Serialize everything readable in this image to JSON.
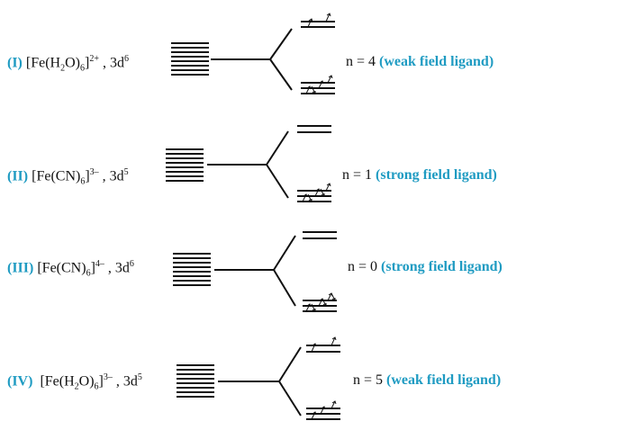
{
  "rows": [
    {
      "label": "(I)",
      "complex_pre": "[Fe(H",
      "sub1": "2",
      "mid1": "O)",
      "sub2": "6",
      "mid2": "]",
      "charge": "2+",
      "config_pre": ", 3d",
      "config_exp": "6",
      "n_text": "n = 4",
      "field": "(weak field ligand)",
      "eg_electrons": 2,
      "t2g_electrons": 4
    },
    {
      "label": "(II)",
      "complex_pre": "[Fe(CN)",
      "sub1": "6",
      "mid1": "]",
      "sub2": "",
      "mid2": "",
      "charge": "3–",
      "config_pre": ", 3d",
      "config_exp": "5",
      "n_text": "n = 1",
      "field": "(strong field ligand)",
      "eg_electrons": 0,
      "t2g_electrons": 5
    },
    {
      "label": "(III)",
      "complex_pre": "[Fe(CN)",
      "sub1": "6",
      "mid1": "]",
      "sub2": "",
      "mid2": "",
      "charge": "4–",
      "config_pre": ", 3d",
      "config_exp": "6",
      "n_text": "n = 0",
      "field": "(strong field ligand)",
      "eg_electrons": 0,
      "t2g_electrons": 6
    },
    {
      "label": "(IV)",
      "complex_pre": "[Fe(H",
      "sub1": "2",
      "mid1": "O)",
      "sub2": "6",
      "mid2": "]",
      "charge": "3–",
      "config_pre": ", 3d",
      "config_exp": "5",
      "n_text": "n = 5",
      "field": "(weak field ligand)",
      "eg_electrons": 2,
      "t2g_electrons": 3
    }
  ],
  "colors": {
    "accent": "#1f9bc2",
    "ink": "#111111"
  }
}
